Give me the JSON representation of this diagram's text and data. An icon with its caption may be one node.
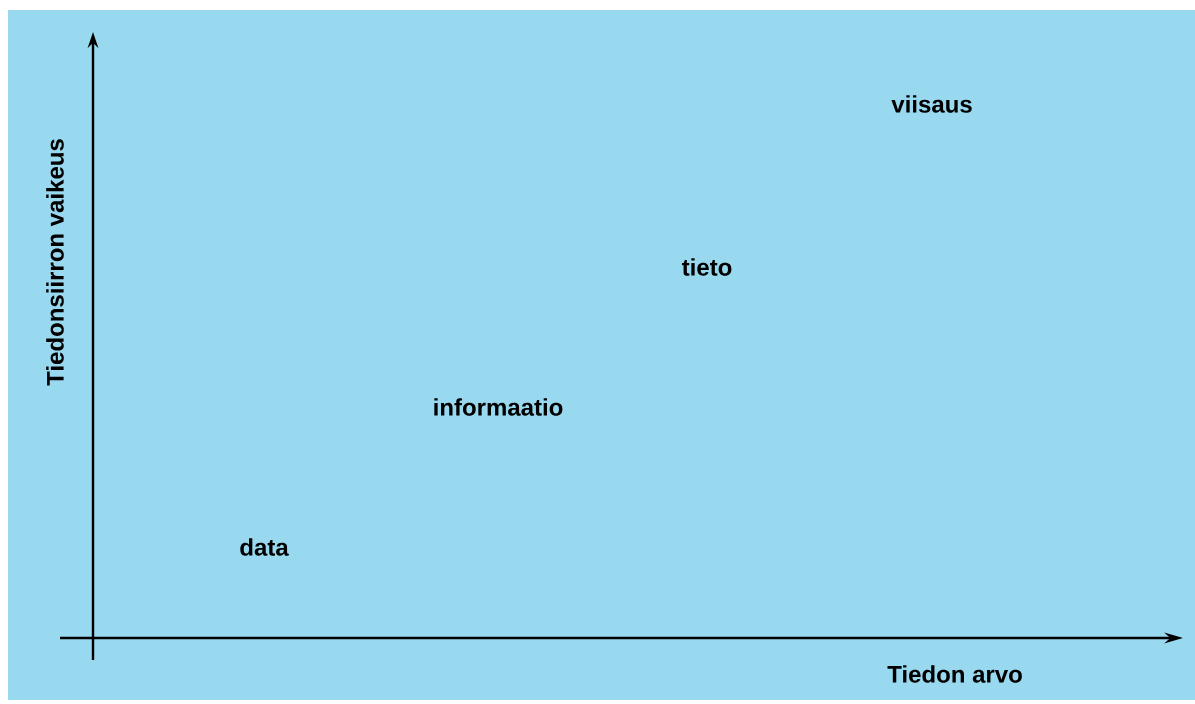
{
  "diagram": {
    "labels": [
      "Tiedonsiirron vaikeus",
      "viisaus",
      "tieto",
      "informaatio",
      "data",
      "Tiedon arvo"
    ]
  }
}
